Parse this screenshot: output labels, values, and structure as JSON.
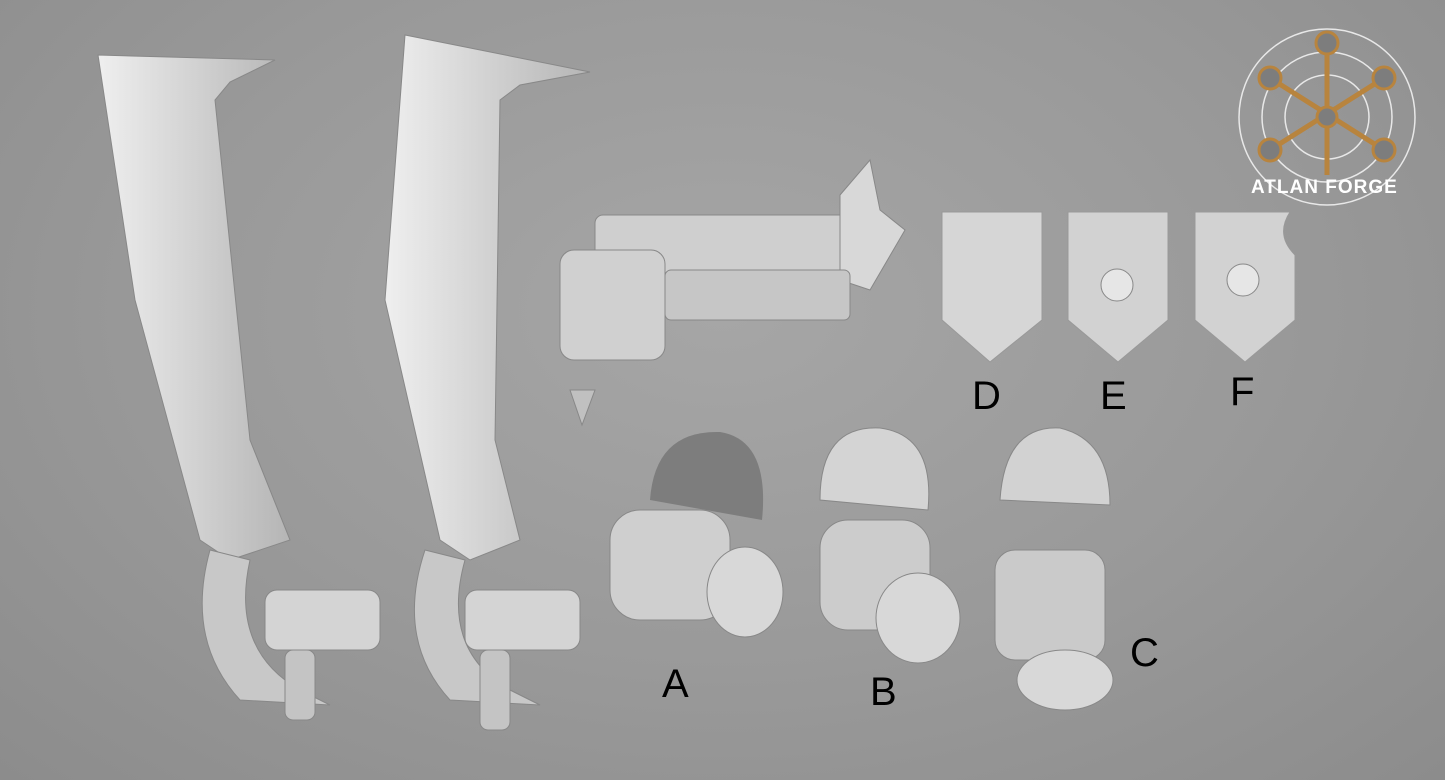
{
  "logo": {
    "text": "ATLAN FORGE",
    "accent_color": "#b8843e",
    "line_color": "#e8e8e8"
  },
  "part_labels": [
    "A",
    "B",
    "C",
    "D",
    "E",
    "F"
  ],
  "colors": {
    "model": "#d6d6d6",
    "model_shadow": "#a9a9a9",
    "background": "#9c9c9c"
  }
}
